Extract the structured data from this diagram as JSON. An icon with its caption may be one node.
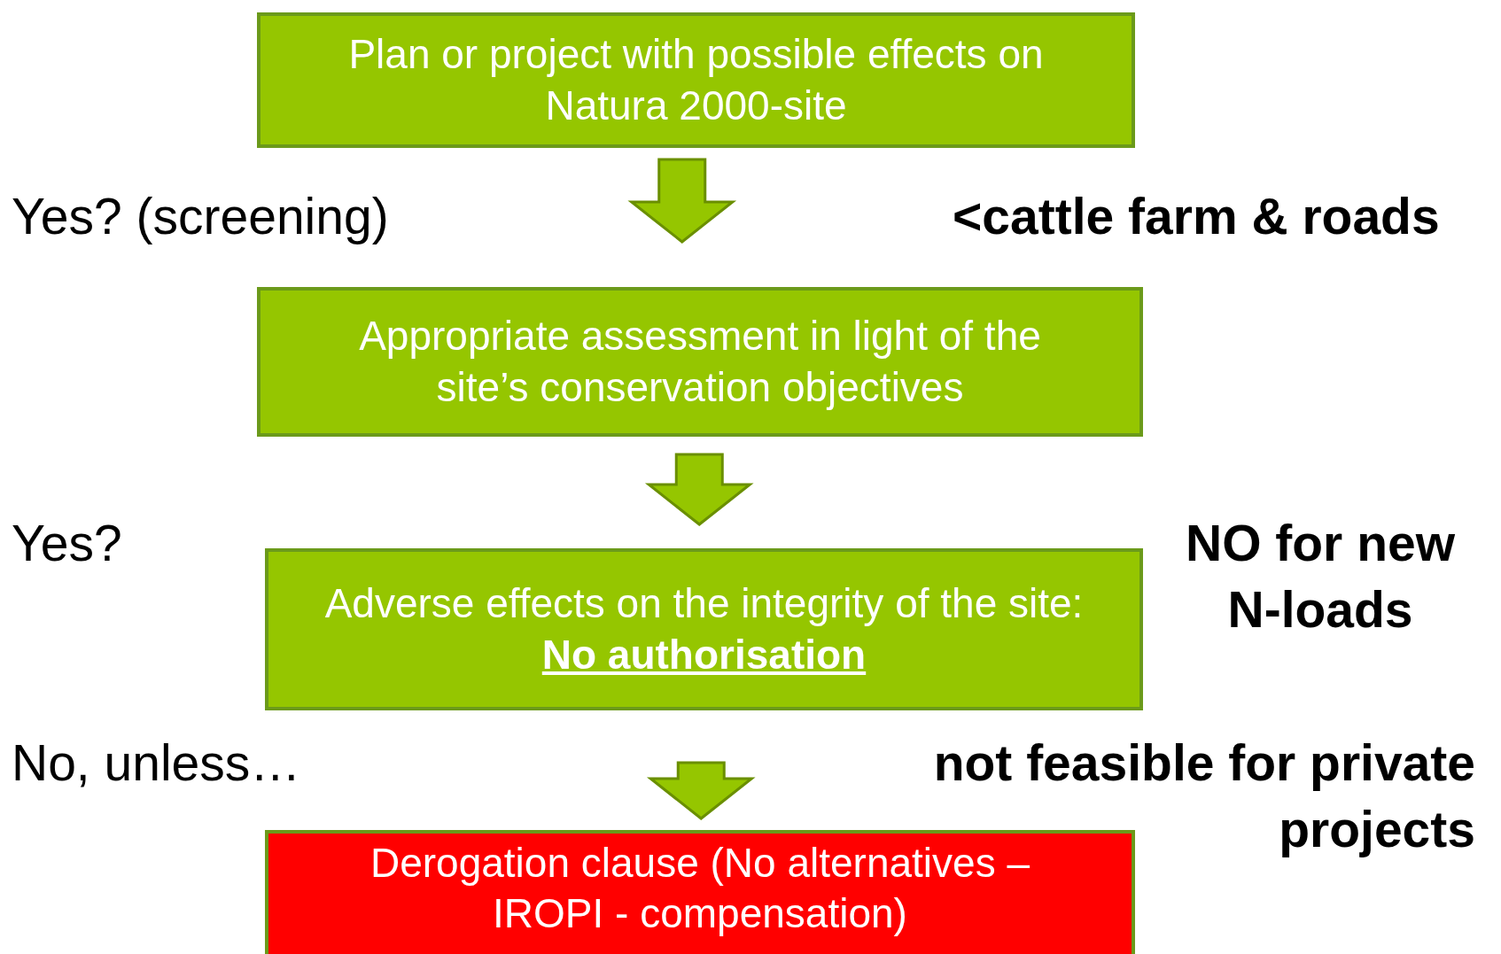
{
  "diagram": {
    "nodes": [
      {
        "text": [
          "Plan or project with possible effects on Natura 2000-site"
        ]
      },
      {
        "text": [
          "Appropriate assessment in light of the site’s conservation objectives"
        ]
      },
      {
        "text": [
          "Adverse effects on the integrity of the site:",
          "No authorisation"
        ]
      },
      {
        "text": [
          "Derogation clause (No alternatives – IROPI - compensation)"
        ]
      }
    ],
    "edges": [
      {
        "from": 0,
        "to": 1,
        "arrow": "to"
      },
      {
        "from": 1,
        "to": 2,
        "arrow": "to"
      },
      {
        "from": 2,
        "to": 3,
        "arrow": "to"
      }
    ],
    "labels": [
      "Yes? (screening)",
      "<cattle farm & roads",
      "Yes?",
      "NO for new N-loads",
      "No, unless…",
      "not feasible for private projects"
    ]
  }
}
